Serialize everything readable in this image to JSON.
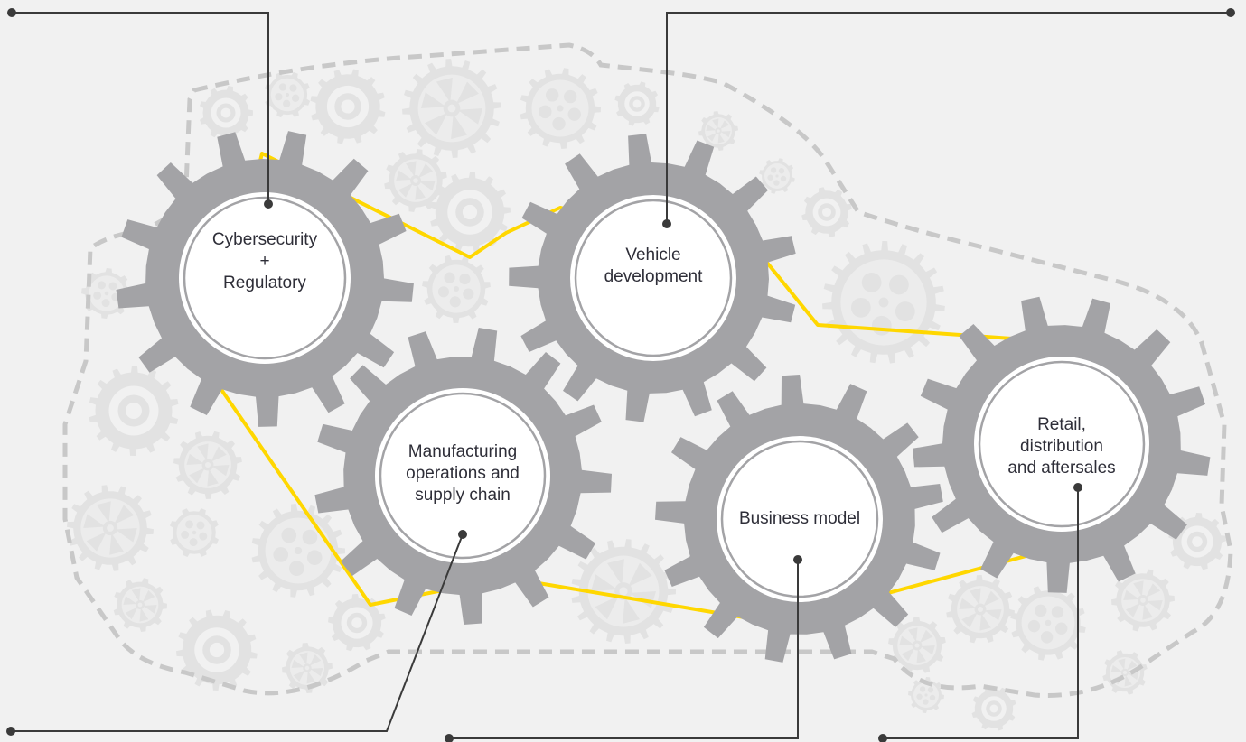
{
  "colors": {
    "background": "#f1f1f1",
    "gear": "#a3a3a6",
    "gear_face": "#ffffff",
    "background_gear": "#e2e2e2",
    "outline": "#c8c8c8",
    "belt": "#ffd700",
    "leader": "#3a3a3a"
  },
  "gears": [
    {
      "id": "cybersecurity",
      "label": "Cybersecurity\n+\nRegulatory"
    },
    {
      "id": "vehicle",
      "label": "Vehicle\ndevelopment"
    },
    {
      "id": "manufacturing",
      "label": "Manufacturing\noperations and\nsupply chain"
    },
    {
      "id": "business",
      "label": "Business  model"
    },
    {
      "id": "retail",
      "label": "Retail,\ndistribution\nand aftersales"
    }
  ]
}
